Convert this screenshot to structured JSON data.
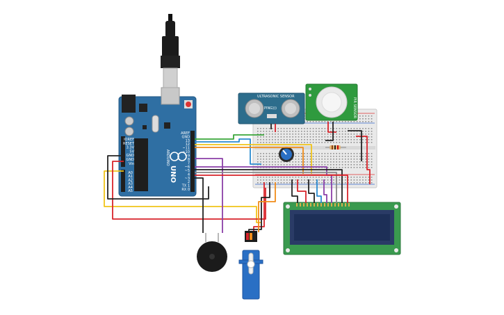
{
  "colors": {
    "arduino_board": "#2f6fa3",
    "breadboard": "#e9e9e9",
    "lcd_board": "#3a9a4f",
    "lcd_screen": "#1d2f57",
    "sonar_board": "#2d6d8c",
    "pir_board": "#2f9a3e",
    "wire_red": "#d8232a",
    "wire_black": "#222222",
    "wire_yellow": "#f0c419",
    "wire_green": "#3aa63a",
    "wire_blue": "#2a8ad0",
    "wire_purple": "#8b3fa8",
    "wire_orange": "#f08c1a",
    "buzzer": "#1b1b1b",
    "servo": "#2a6fc4"
  },
  "arduino": {
    "logo_text": "ARDUINO",
    "model_text": "UNO",
    "left_header_text": [
      "IOREF",
      "RESET",
      "3.3V",
      "5V",
      "GND",
      "GND",
      "Vin"
    ],
    "analog_pins_text": [
      "A0",
      "A1",
      "A2",
      "A3",
      "A4",
      "A5"
    ],
    "digital_header_text": [
      "AREF",
      "GND",
      "13",
      "12",
      "~11",
      "~10",
      "~9",
      "8",
      "7",
      "~6",
      "~5",
      "4",
      "~3",
      "2",
      "TX 1",
      "RX 0"
    ]
  },
  "sonar": {
    "title_text": "ULTRASONIC SENSOR",
    "part_text": "PING)))"
  },
  "pir": {
    "label_text": "PIR SENSOR"
  },
  "icons": [
    "usb-cable-icon",
    "potentiometer-icon",
    "resistor-icon",
    "buzzer-icon",
    "servo-icon"
  ]
}
